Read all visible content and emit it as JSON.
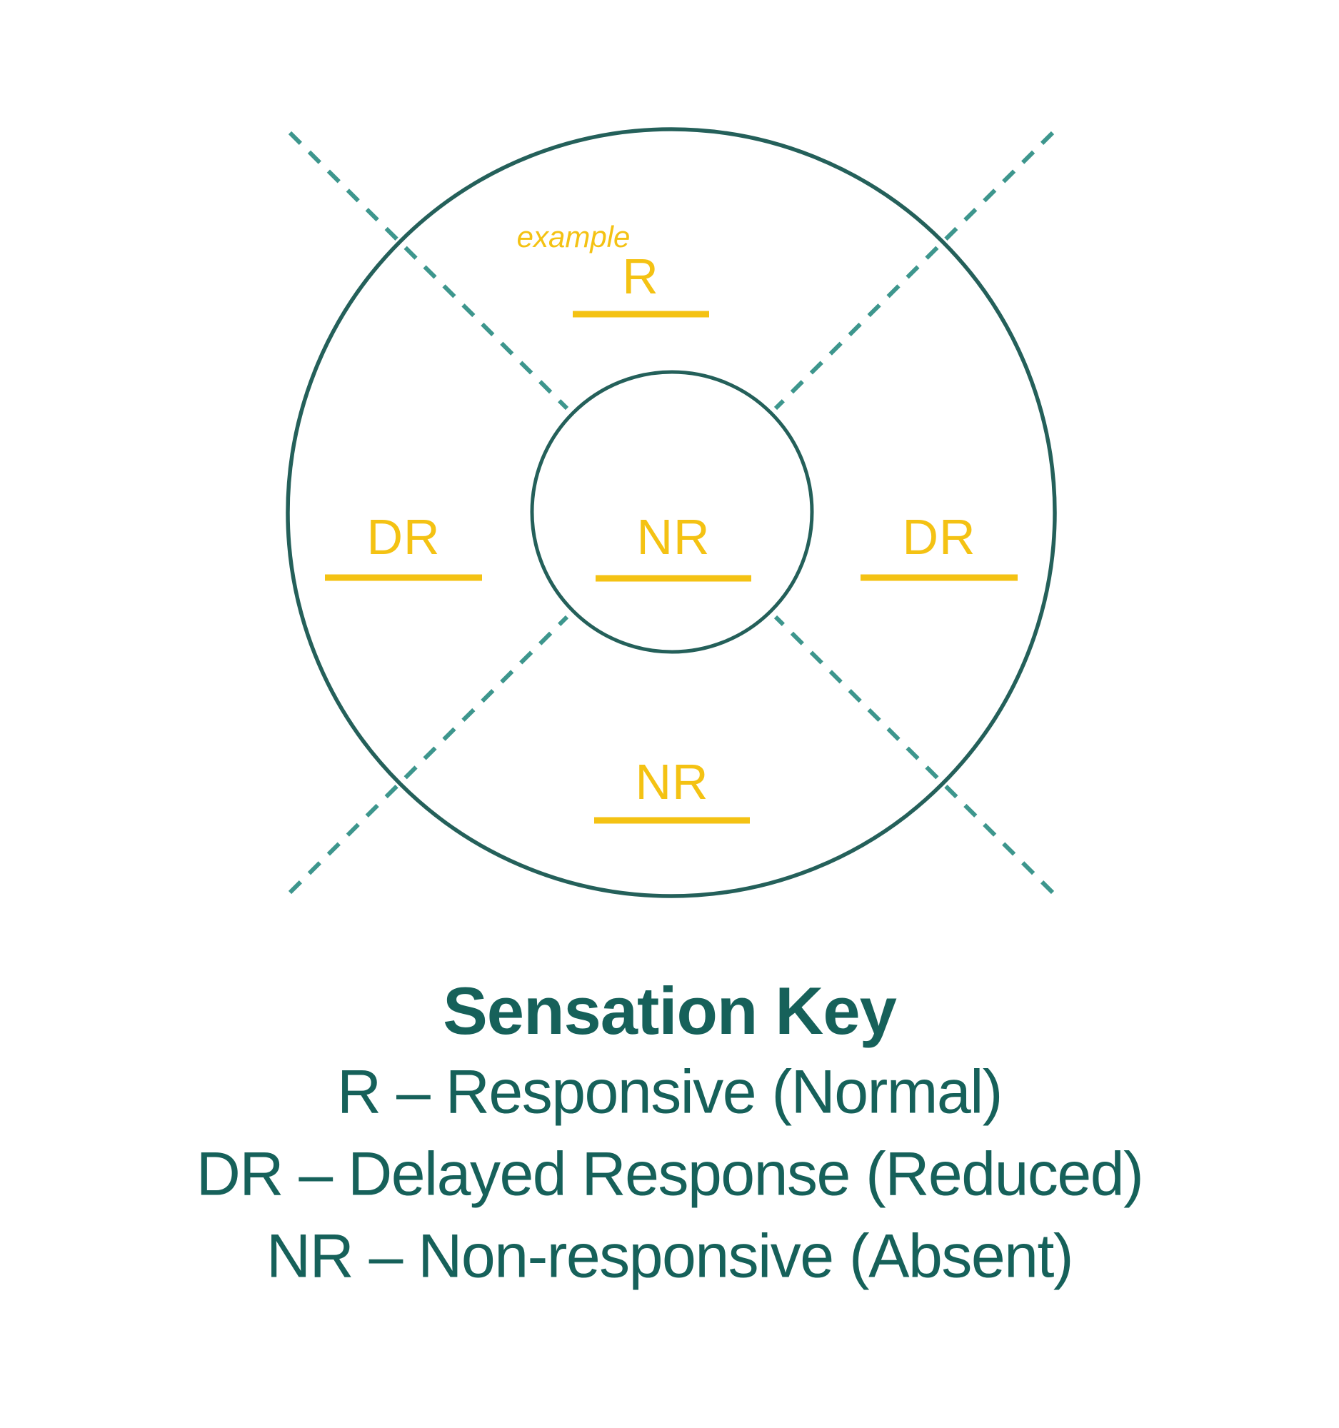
{
  "diagram": {
    "example_label": "example",
    "zones": {
      "top": "R",
      "left": "DR",
      "center": "NR",
      "right": "DR",
      "bottom": "NR"
    }
  },
  "legend": {
    "title": "Sensation Key",
    "entries": [
      "R – Responsive (Normal)",
      "DR – Delayed Response (Reduced)",
      "NR – Non-responsive (Absent)"
    ]
  },
  "colors": {
    "circle_stroke": "#24605A",
    "dashed_line": "#3D968D",
    "accent_yellow": "#F4C213",
    "legend_text": "#16615A",
    "background": "#FFFFFF"
  }
}
